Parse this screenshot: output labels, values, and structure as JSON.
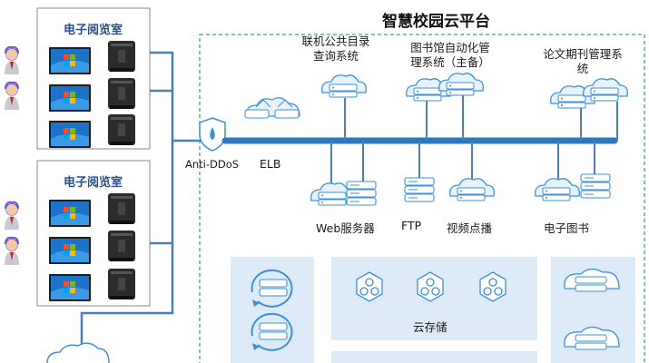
{
  "diagram": {
    "title": "智慧校园云平台",
    "rooms": [
      {
        "label": "电子阅览室"
      },
      {
        "label": "电子阅览室"
      }
    ],
    "firewall_label": "Anti-DDoS",
    "elb_label": "ELB",
    "services_top": [
      {
        "line1": "联机公共目录",
        "line2": "查询系统"
      },
      {
        "line1": "图书馆自动化管",
        "line2": "理系统（主备）"
      },
      {
        "line1": "论文期刊管理系",
        "line2": "统"
      }
    ],
    "services_bottom": [
      "Web服务器",
      "FTP",
      "视频点播",
      "电子图书"
    ],
    "storage_label": "云存储",
    "icons": [
      "user-icon",
      "monitor-icon",
      "pc-tower-icon",
      "shield-icon",
      "load-balancer-icon",
      "cloud-server-icon",
      "server-icon",
      "storage-node-icon",
      "cloud-icon"
    ],
    "colors": {
      "room_title": "#2a4f8f",
      "backbone": "#2b78bf",
      "link_line": "#4a7fb8",
      "cloud_border": "#3daa6e",
      "panel_fill": "#ddeaf7",
      "icon_stroke": "#3e8fd6"
    }
  }
}
